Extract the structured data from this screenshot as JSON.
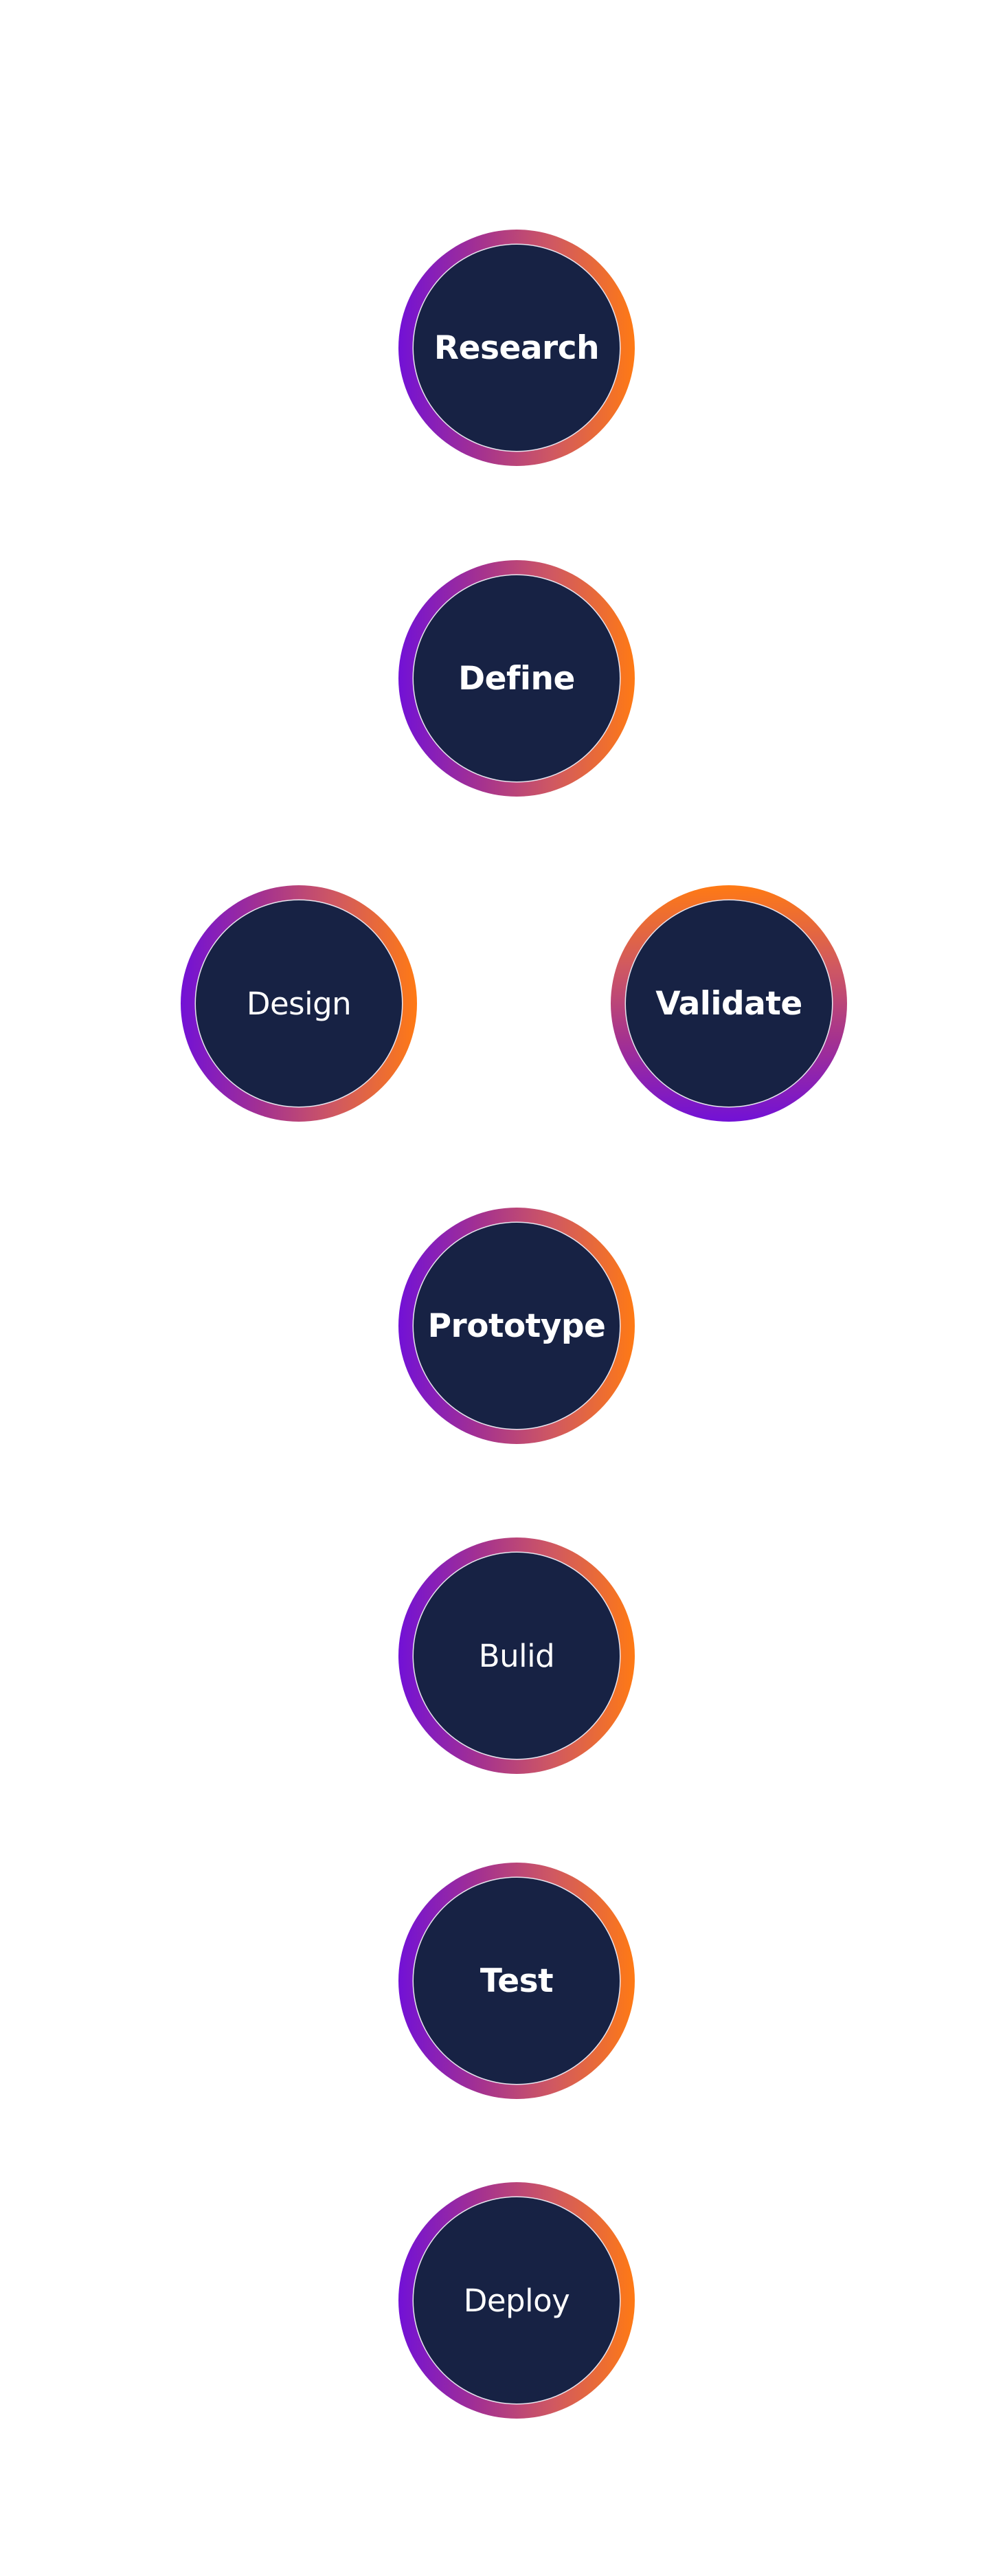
{
  "diagram": {
    "title": "",
    "nodes": [
      {
        "id": "research",
        "label": "Research",
        "weight": "bold",
        "gradient": "horizontal"
      },
      {
        "id": "define",
        "label": "Define",
        "weight": "bold",
        "gradient": "horizontal"
      },
      {
        "id": "design",
        "label": "Design",
        "weight": "medium",
        "gradient": "horizontal"
      },
      {
        "id": "validate",
        "label": "Validate",
        "weight": "bold",
        "gradient": "vertical"
      },
      {
        "id": "prototype",
        "label": "Prototype",
        "weight": "bold",
        "gradient": "horizontal"
      },
      {
        "id": "build",
        "label": "Bulid",
        "weight": "medium",
        "gradient": "horizontal"
      },
      {
        "id": "test",
        "label": "Test",
        "weight": "bold",
        "gradient": "horizontal"
      },
      {
        "id": "deploy",
        "label": "Deploy",
        "weight": "medium",
        "gradient": "horizontal"
      }
    ],
    "colors": {
      "ring_start": "#7211d6",
      "ring_end": "#ff7a14",
      "node_fill": "#172244",
      "label": "#ffffff",
      "separator": "#e8e4ee",
      "background": "#ffffff"
    }
  }
}
